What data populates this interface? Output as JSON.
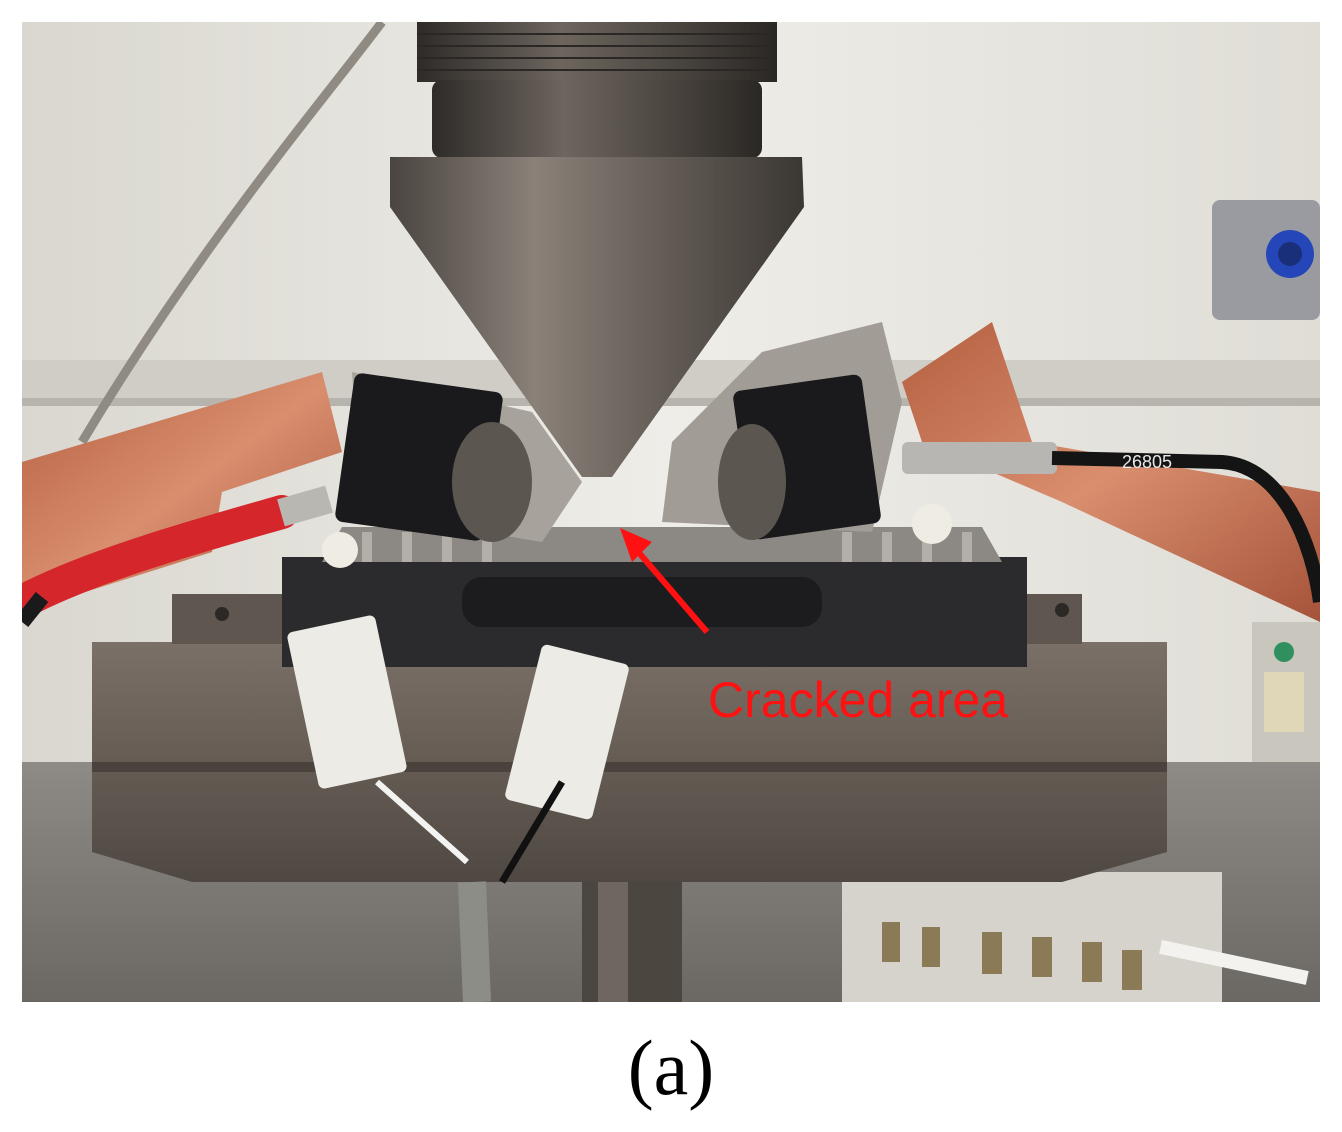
{
  "figure": {
    "annotation": {
      "label": "Cracked area",
      "color": "#ff1111"
    },
    "cable_tag": "26805",
    "caption": "(a)"
  },
  "colors": {
    "background_wall": "#e7e6e1",
    "steel": "#6b625a",
    "copper_clip": "#c8795a",
    "black_tape": "#1a1a1c",
    "red_cable": "#d4262b"
  }
}
